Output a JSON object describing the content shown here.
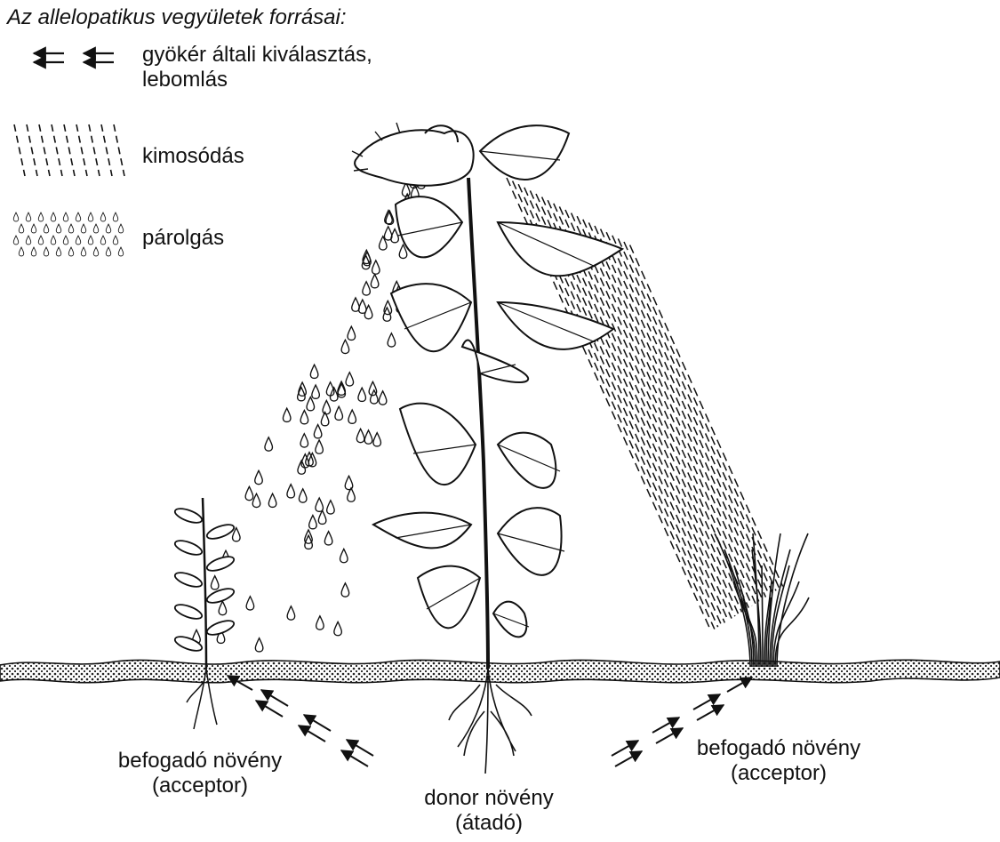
{
  "title": "Az allelopatikus vegyületek forrásai:",
  "legend": {
    "root": {
      "line1": "gyökér általi kiválasztás,",
      "line2": "lebomlás",
      "icon": "arrow-pair-icon"
    },
    "leach": {
      "label": "kimosódás",
      "icon": "dash-lines-icon"
    },
    "evap": {
      "label": "párolgás",
      "icon": "droplet-icon"
    }
  },
  "labels": {
    "left": {
      "line1": "befogadó növény",
      "line2": "(acceptor)"
    },
    "center": {
      "line1": "donor növény",
      "line2": "(átadó)"
    },
    "right": {
      "line1": "befogadó növény",
      "line2": "(acceptor)"
    }
  },
  "colors": {
    "ink": "#111111",
    "background": "#ffffff",
    "soil": "#8a8a8a"
  }
}
